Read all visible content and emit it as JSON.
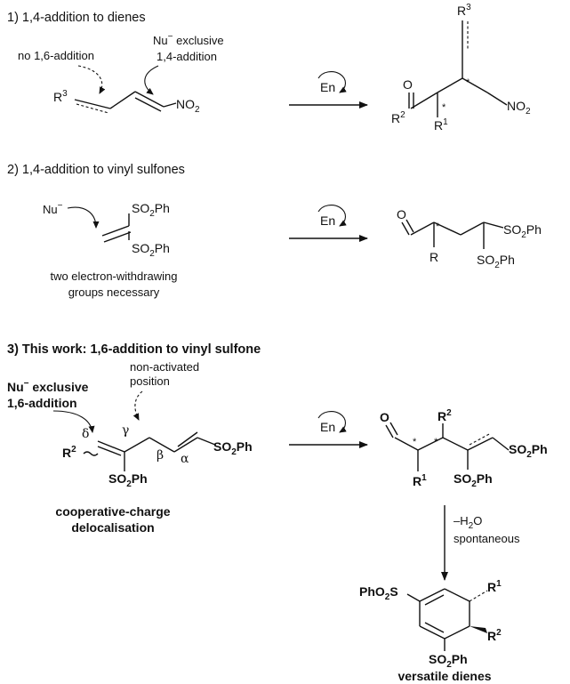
{
  "sections": {
    "s1": {
      "title": "1) 1,4-addition to dienes"
    },
    "s2": {
      "title": "2) 1,4-addition to vinyl sulfones"
    },
    "s3": {
      "title": "3) This work: 1,6-addition to vinyl sulfone"
    }
  },
  "annotations": {
    "no16": "no 1,6-addition",
    "nu_excl": "exclusive",
    "add14": "1,4-addition",
    "two_ewg_1": "two electron-withdrawing",
    "two_ewg_2": "groups necessary",
    "nu_excl_bold": "exclusive",
    "add16": "1,6-addition",
    "nonact_1": "non-activated",
    "nonact_2": "position",
    "coop_1": "cooperative-charge",
    "coop_2": "delocalisation",
    "minus_h2o": "–H",
    "minus_h2o_tail": "O",
    "spontaneous": "spontaneous",
    "versatile": "versatile dienes"
  },
  "catalyst": "En",
  "atoms": {
    "nu": "Nu",
    "minus": "−",
    "no2": "NO",
    "r": "R",
    "o": "O",
    "so2ph_a": "SO",
    "ph": "Ph",
    "pho2s": "PhO",
    "s": "S"
  },
  "numbers": {
    "two": "2",
    "one": "1",
    "three": "3",
    "star": "*"
  },
  "greek": {
    "alpha": "α",
    "beta": "β",
    "gamma": "γ",
    "delta": "δ"
  }
}
